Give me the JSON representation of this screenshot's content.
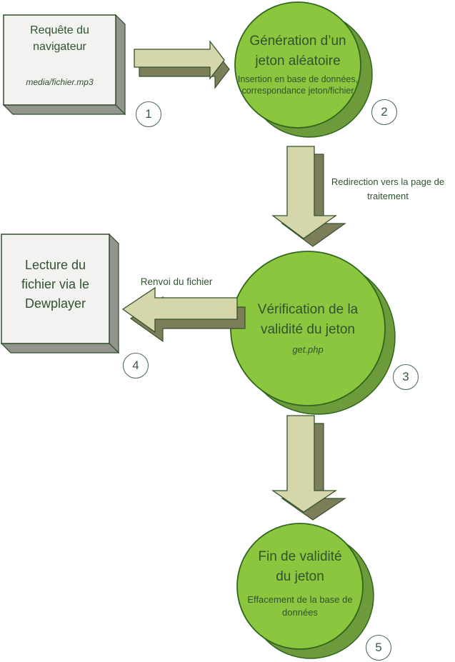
{
  "diagram": {
    "nodes": {
      "requete": {
        "title": "Requête du\nnavigateur",
        "subtitle": "media/fichier.mp3",
        "badge": "1"
      },
      "generation": {
        "title": "Génération d’un\njeton aléatoire",
        "subtitle": "Insertion en base de données,\ncorrespondance jeton/fichier",
        "badge": "2"
      },
      "verification": {
        "title": "Vérification de la\nvalidité du jeton",
        "subtitle": "get.php",
        "badge": "3"
      },
      "lecture": {
        "title": "Lecture du\nfichier via le\nDewplayer",
        "badge": "4"
      },
      "fin": {
        "title": "Fin de validité\ndu jeton",
        "subtitle": "Effacement de la base de\ndonnées",
        "badge": "5"
      }
    },
    "edges": {
      "redirection_label": "Redirection vers la page de\ntraitement",
      "renvoi_label": "Renvoi du fichier"
    },
    "colors": {
      "circle_fill": "#8cc63f",
      "circle_shadow": "#6d9b3b",
      "circle_border": "#2f661d",
      "arrow_fill": "#d5d7aa",
      "arrow_shadow": "#7c7e5a",
      "arrow_border": "#33522c",
      "box_fill": "#f2f2f0",
      "box_face": "#91958e",
      "box_border": "#2f4d2b",
      "text": "#305330",
      "badge_border": "#47684d",
      "badge_text": "#3a5a40"
    }
  }
}
